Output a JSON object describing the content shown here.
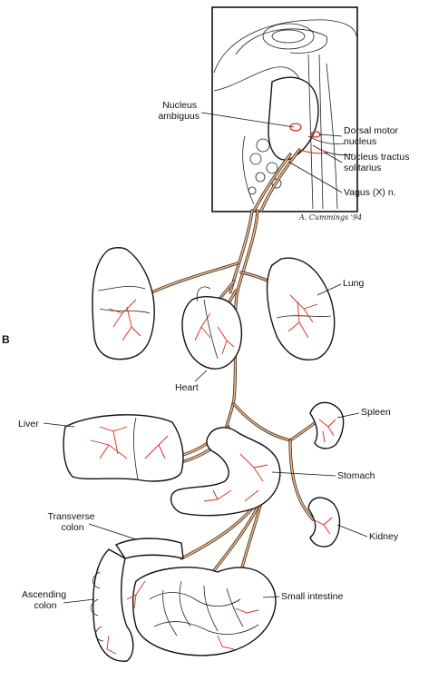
{
  "panel_letter": "B",
  "signature": "A. Cummings '94",
  "labels": {
    "nucleus_ambiguus": [
      "Nucleus",
      "ambiguus"
    ],
    "dorsal_motor": [
      "Dorsal motor",
      "nucleus"
    ],
    "nucleus_tractus": [
      "Nucleus tractus",
      "solitarius"
    ],
    "vagus": "Vagus (X) n.",
    "lung": "Lung",
    "heart": "Heart",
    "liver": "Liver",
    "spleen": "Spleen",
    "stomach": "Stomach",
    "kidney": "Kidney",
    "transverse_colon": [
      "Transverse",
      "colon"
    ],
    "ascending_colon": [
      "Ascending",
      "colon"
    ],
    "small_intestine": "Small intestine"
  },
  "colors": {
    "nerve_fill": "#f2b98c",
    "nerve_outline": "#3a2a1a",
    "terminal_red": "#d8261c"
  }
}
